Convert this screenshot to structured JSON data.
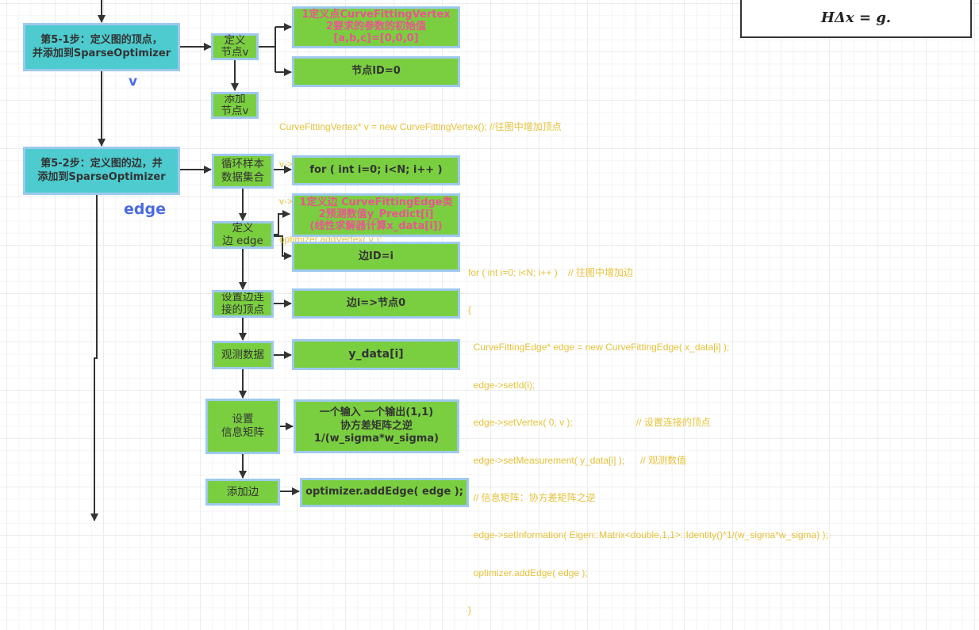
{
  "formula": "HΔx = g.",
  "steps": [
    {
      "line1": "第5-1步：定义图的顶点，",
      "line2": "并添加到SparseOptimizer",
      "label": "v"
    },
    {
      "line1": "第5-2步：定义图的边，并",
      "line2": "添加到SparseOptimizer",
      "label": "edge"
    }
  ],
  "vertex_flow": {
    "define_node": [
      "定义",
      "节点v"
    ],
    "add_node": [
      "添加",
      "节点v"
    ],
    "define_detail": [
      "1定义点CurveFittingVertex",
      "2要求的参数的初始值",
      "[a,b,c]=[0,0,0]"
    ],
    "node_id": "节点ID=0",
    "code": [
      "CurveFittingVertex* v = new CurveFittingVertex(); //往图中增加顶点",
      "v->setEstimate( Eigen::Vector3d(0,0,0) );",
      "v->setId(0);",
      "optimizer.addVertex( v );"
    ]
  },
  "edge_flow": {
    "loop_samples": [
      "循环样本",
      "数据集合"
    ],
    "loop_code": "for ( int i=0; i<N; i++ )",
    "define_edge": [
      "定义",
      "边 edge"
    ],
    "define_edge_detail": [
      "1定义边 CurveFittingEdge类",
      "2预测数值y_Predict[i]",
      "(线性求解器计算x_data[i])"
    ],
    "edge_id": "边ID=i",
    "set_vertex": [
      "设置边连",
      "接的顶点"
    ],
    "set_vertex_detail": "边i=>节点0",
    "observation": "观测数据",
    "observation_detail": "y_data[i]",
    "info_matrix": [
      "设置",
      "信息矩阵"
    ],
    "info_matrix_detail": [
      "一个输入 一个输出(1,1)",
      "协方差矩阵之逆",
      "1/(w_sigma*w_sigma)"
    ],
    "add_edge": "添加边",
    "add_edge_detail": "optimizer.addEdge( edge );",
    "code": [
      "for ( int i=0; i<N; i++ )    // 往图中增加边",
      "{",
      "  CurveFittingEdge* edge = new CurveFittingEdge( x_data[i] );",
      "  edge->setId(i);",
      "  edge->setVertex( 0, v );                        // 设置连接的顶点",
      "  edge->setMeasurement( y_data[i] );      // 观测数值",
      "  // 信息矩阵：协方差矩阵之逆",
      "  edge->setInformation( Eigen::Matrix<double,1,1>::Identity()*1/(w_sigma*w_sigma) );",
      "  optimizer.addEdge( edge );",
      "}"
    ]
  },
  "colors": {
    "step_box": "#4dcbcf",
    "action_box": "#7acf40",
    "box_border": "#9ec9ee",
    "highlight_text": "#e8568f",
    "code_text": "#e5c23a",
    "label_text": "#4a6be0"
  }
}
